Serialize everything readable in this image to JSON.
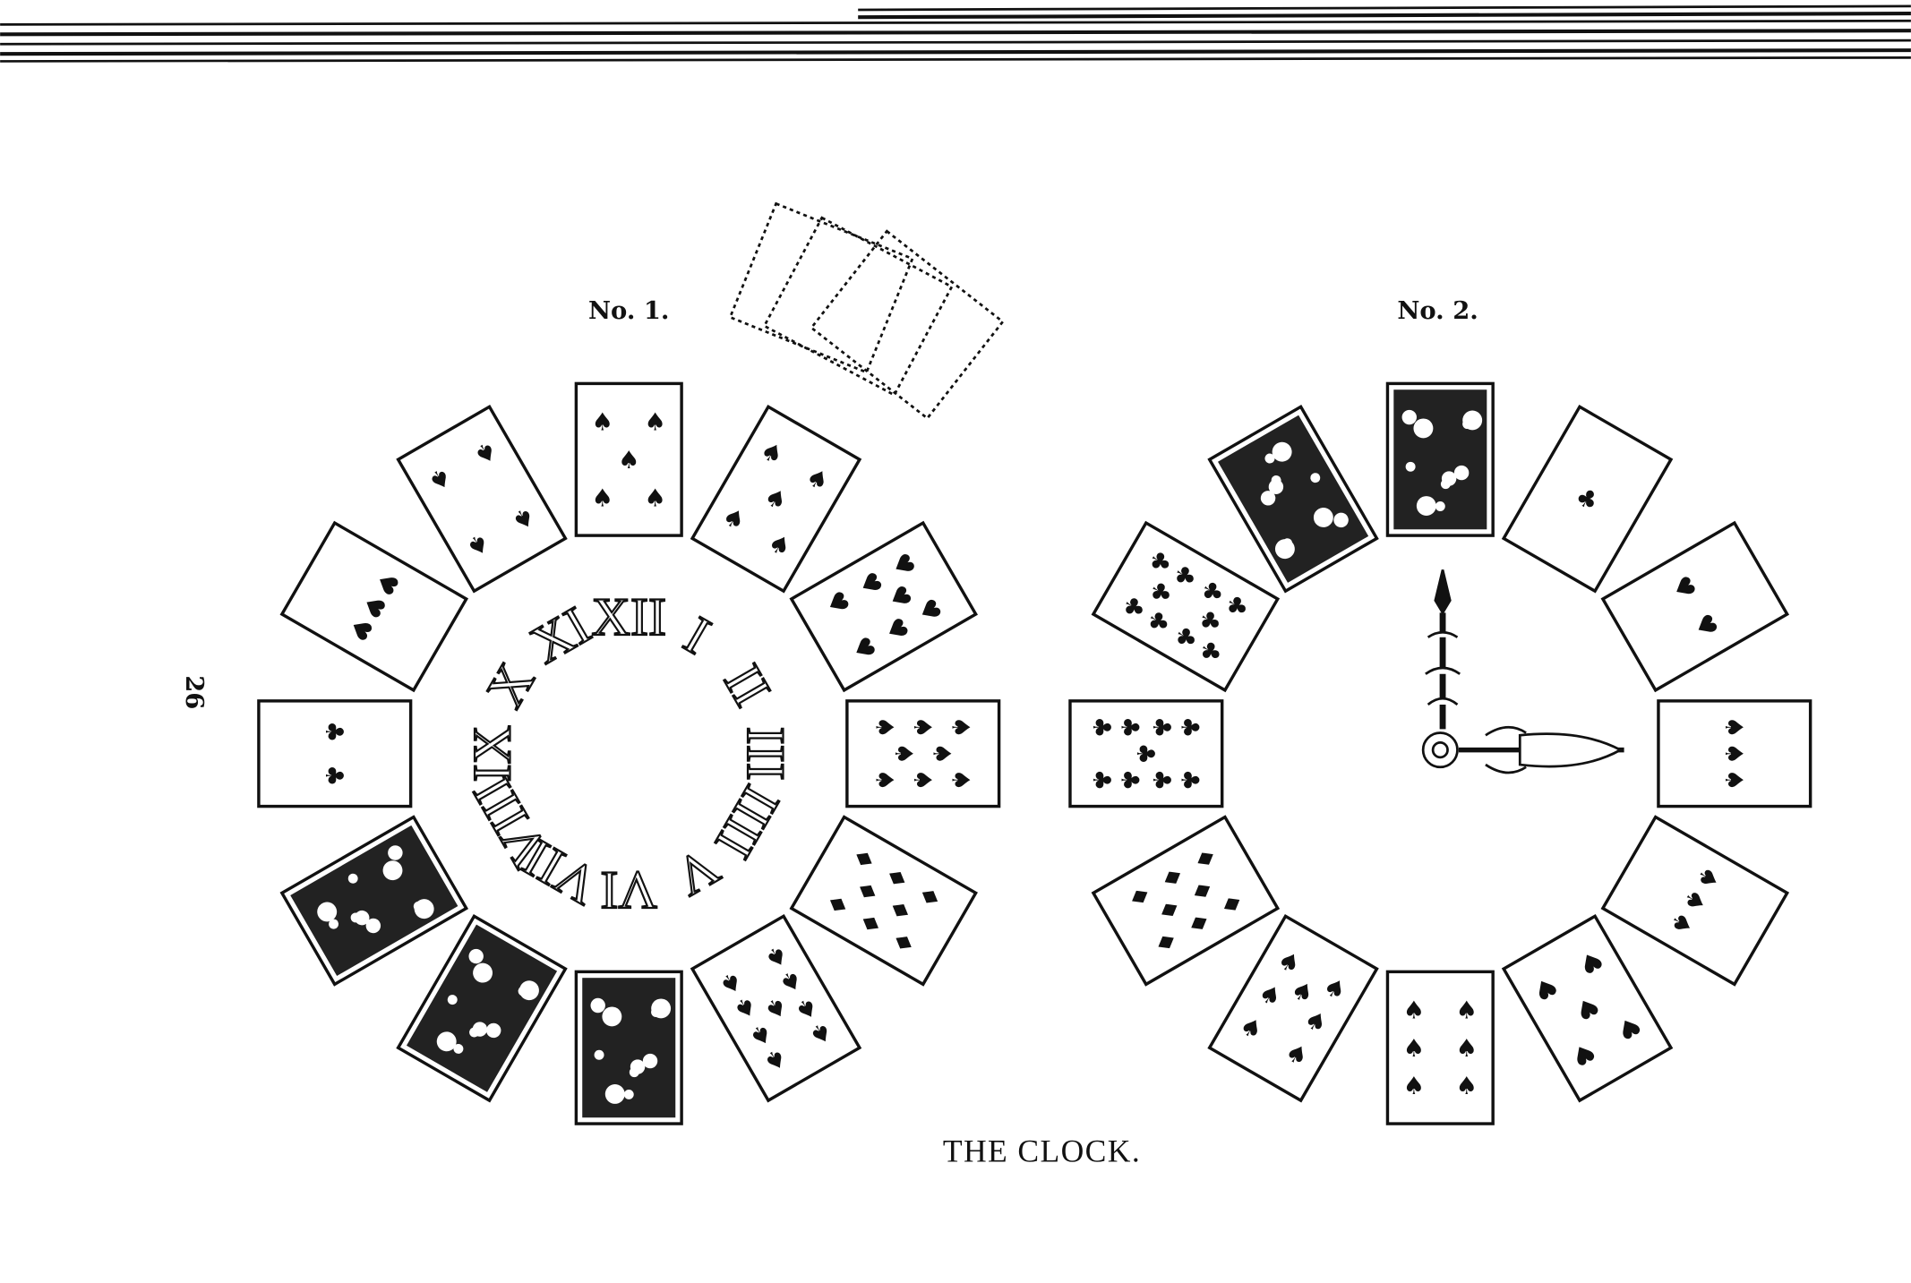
{
  "page_number": "26",
  "caption": "THE CLOCK.",
  "figures": [
    {
      "label": "No. 1.",
      "numerals": [
        "XII",
        "I",
        "II",
        "III",
        "IIII",
        "V",
        "VI",
        "VII",
        "VIII",
        "IX",
        "X",
        "XI"
      ],
      "cards": [
        {
          "pips": 5,
          "suit": "spade"
        },
        {
          "pips": 5,
          "suit": "spade"
        },
        {
          "pips": 7,
          "suit": "heart"
        },
        {
          "pips": 8,
          "suit": "spade"
        },
        {
          "pips": 8,
          "suit": "diamond"
        },
        {
          "pips": 9,
          "suit": "spade"
        },
        {
          "face": true
        },
        {
          "face": true
        },
        {
          "face": true
        },
        {
          "pips": 2,
          "suit": "club"
        },
        {
          "pips": 3,
          "suit": "heart"
        },
        {
          "pips": 4,
          "suit": "spade"
        }
      ],
      "stock_cards": 3
    },
    {
      "label": "No. 2.",
      "cards": [
        {
          "face": true
        },
        {
          "pips": 1,
          "suit": "club"
        },
        {
          "pips": 2,
          "suit": "heart"
        },
        {
          "pips": 3,
          "suit": "spade"
        },
        {
          "pips": 3,
          "suit": "spade"
        },
        {
          "pips": 5,
          "suit": "heart"
        },
        {
          "pips": 6,
          "suit": "spade"
        },
        {
          "pips": 7,
          "suit": "spade"
        },
        {
          "pips": 8,
          "suit": "diamond"
        },
        {
          "pips": 9,
          "suit": "club"
        },
        {
          "pips": 10,
          "suit": "club"
        },
        {
          "face": true
        }
      ],
      "hands": "clock-hands-icon"
    }
  ]
}
